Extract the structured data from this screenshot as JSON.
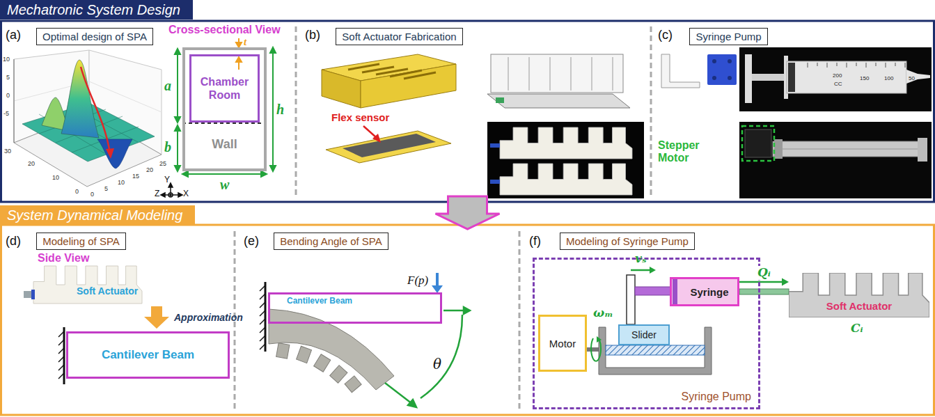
{
  "diagram": {
    "nodes": [
      {
        "text": [
          "Mechatronic System Design"
        ]
      },
      {
        "text": [
          "Optimal design of SPA"
        ],
        "in": 0
      },
      {
        "text": [
          "Wall"
        ],
        "in": 0
      },
      {
        "text": [
          "Chamber Room"
        ],
        "in": 2
      },
      {
        "text": [
          "Soft Actuator Fabrication"
        ],
        "in": 0
      },
      {
        "text": [
          "Syringe Pump"
        ],
        "in": 0
      },
      {
        "text": [
          "System Dynamical Modeling"
        ]
      },
      {
        "text": [
          "Modeling of SPA"
        ],
        "in": 6
      },
      {
        "text": [
          "Bending Angle of SPA"
        ],
        "in": 6
      },
      {
        "text": [
          "Modeling of Syringe Pump"
        ],
        "in": 6
      },
      {
        "text": [
          "Cantilever Beam"
        ],
        "in": 6
      },
      {
        "text": [
          "Cantilever Beam"
        ],
        "in": 6
      },
      {
        "text": [
          "Syringe Pump"
        ],
        "in": 6
      },
      {
        "text": [
          "Motor"
        ],
        "in": 12
      },
      {
        "text": [
          "Slider"
        ],
        "in": 12
      },
      {
        "text": [
          "Syringe"
        ],
        "in": 12
      },
      {
        "text": [
          "Soft Actuator"
        ],
        "in": 6
      }
    ],
    "edges": [
      {
        "from": 0,
        "to": 6,
        "arrow": "to"
      },
      {
        "from": 15,
        "to": 16,
        "label": "Qᵢ",
        "arrow": "to"
      }
    ],
    "labels": [
      "(a)",
      "Cross-sectional View",
      "t",
      "a",
      "h",
      "b",
      "w",
      "Y",
      "Z",
      "X",
      "10",
      "5",
      "0",
      "-5",
      "30",
      "20",
      "10",
      "0",
      "0",
      "5",
      "10",
      "15",
      "20",
      "25",
      "(b)",
      "Flex sensor",
      "(c)",
      "200",
      "CC",
      "150",
      "100",
      "50",
      "Stepper Motor",
      "(d)",
      "Side View",
      "Soft Actuator",
      "Approximation",
      "(e)",
      "F(p)",
      "θ",
      "(f)",
      "ωₘ",
      "vₛ",
      "Cᵢ"
    ]
  }
}
